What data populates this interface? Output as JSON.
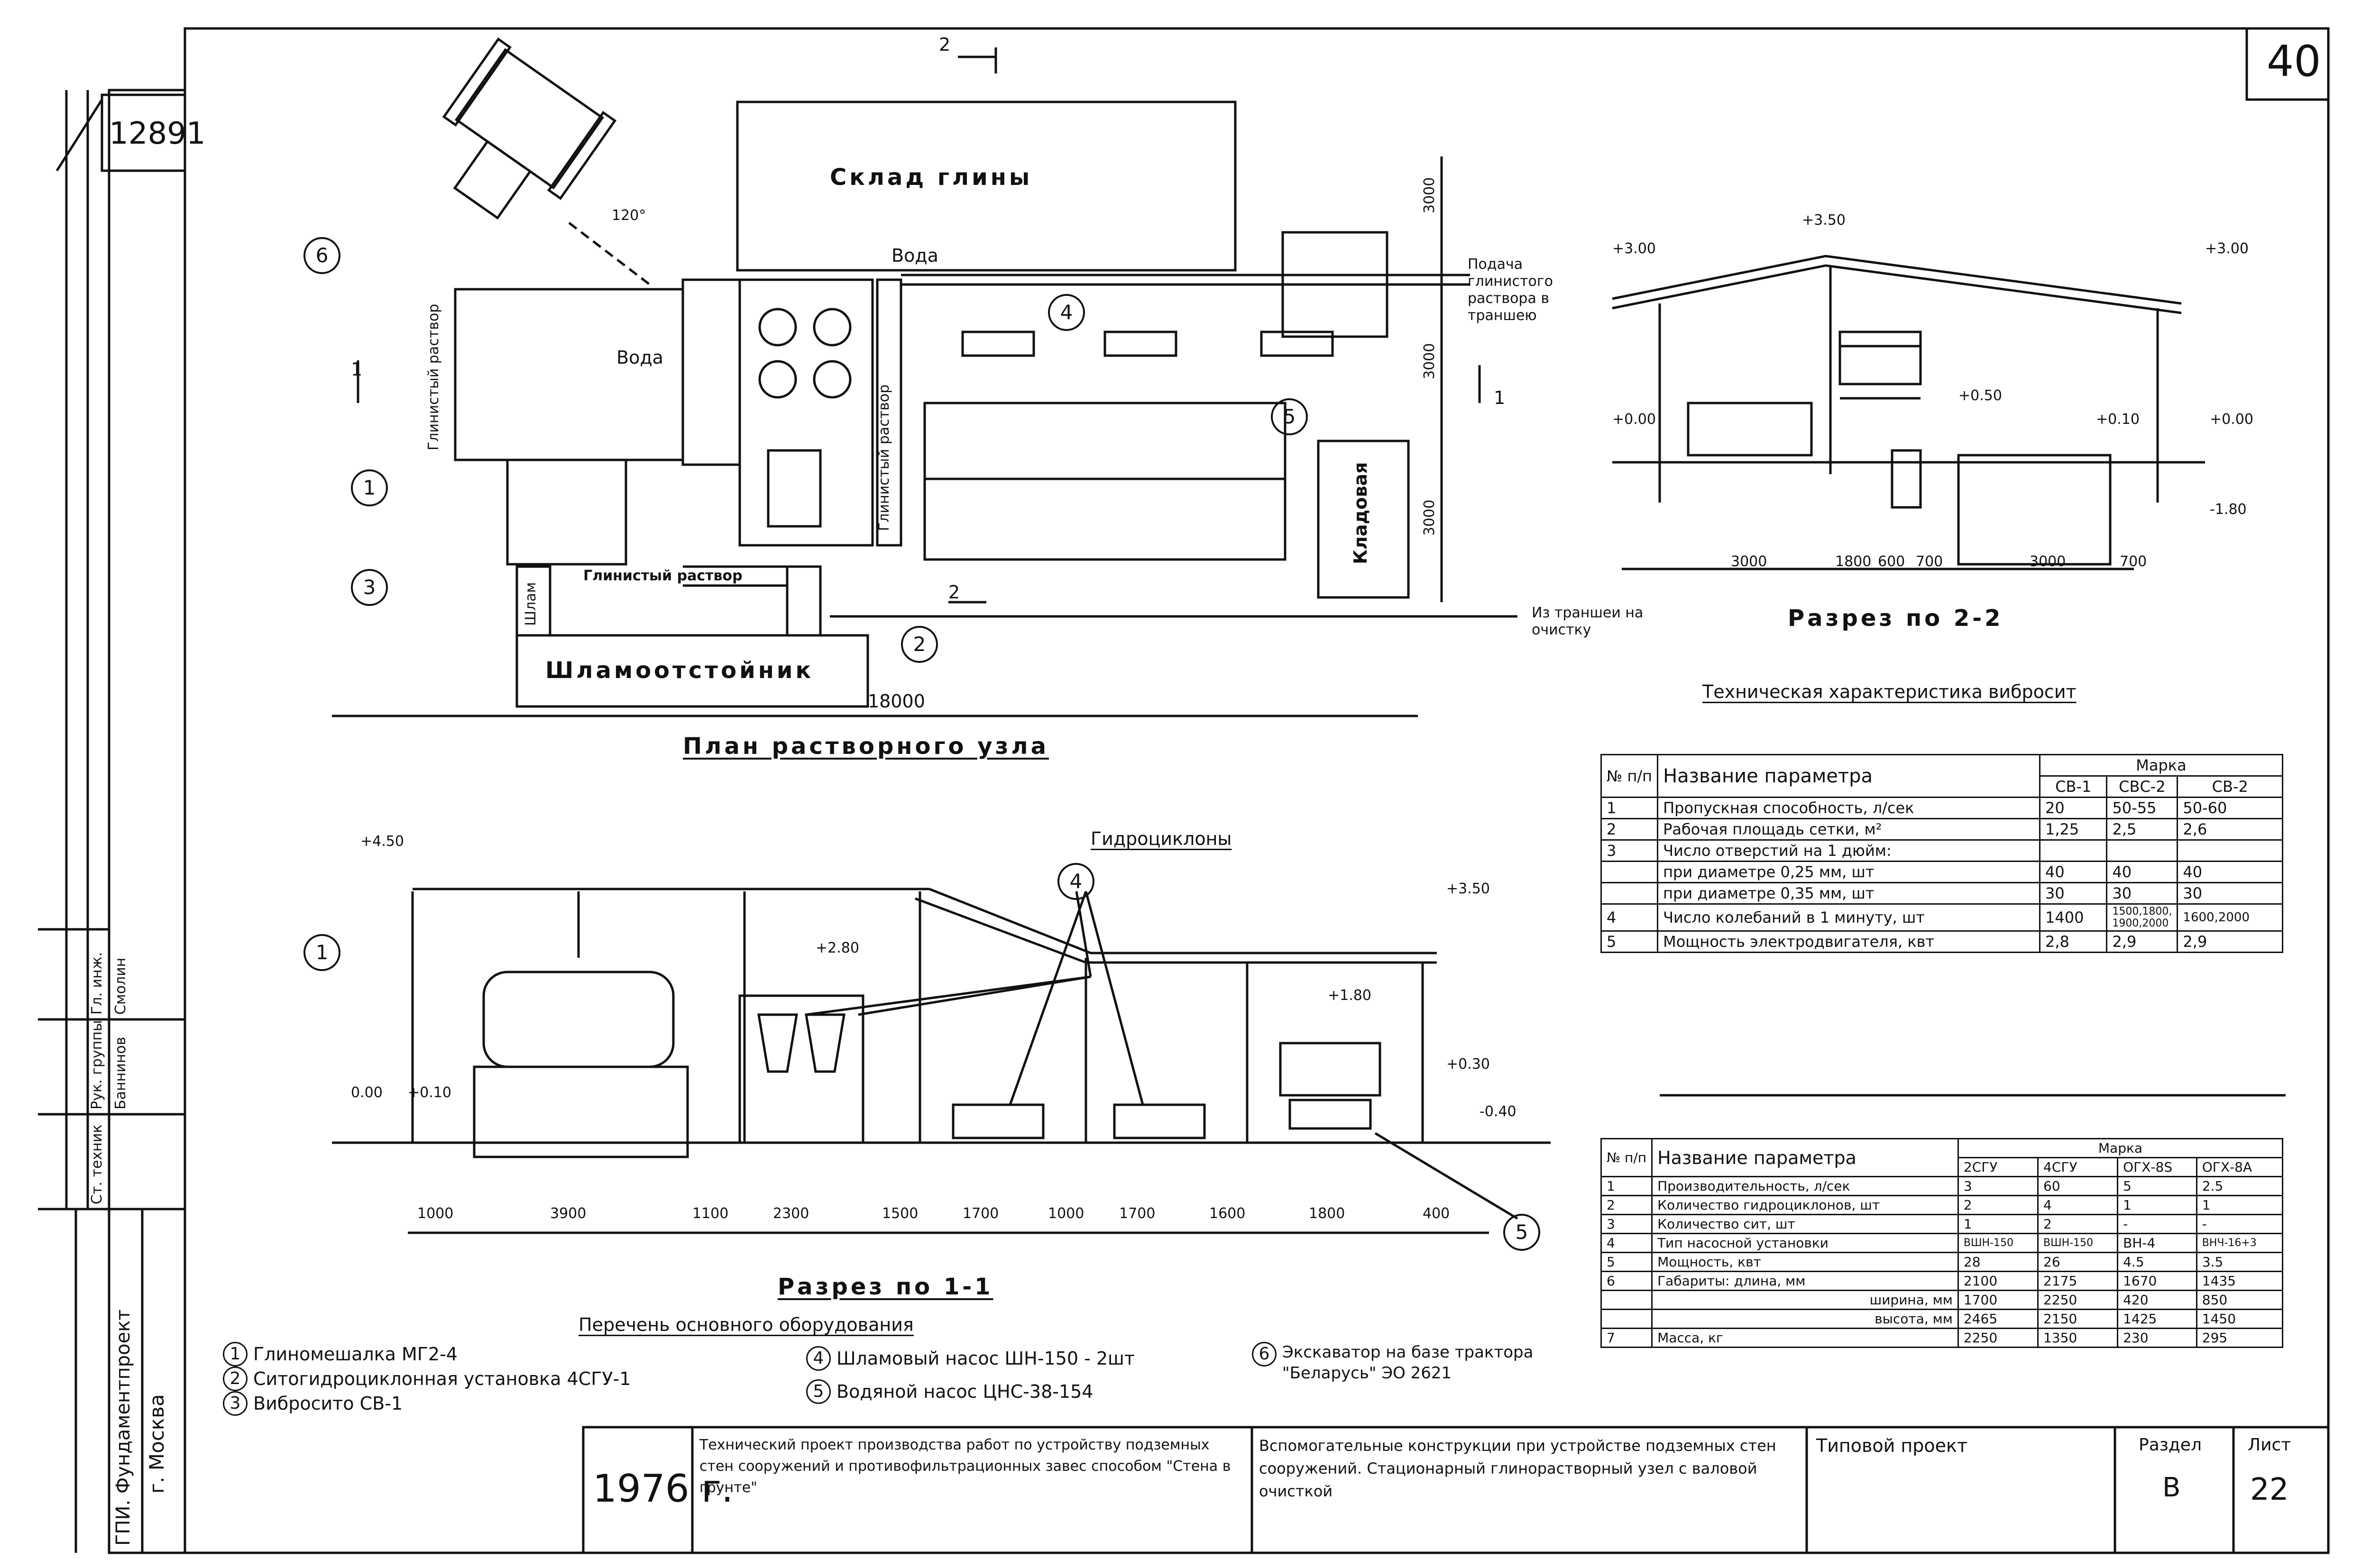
{
  "sheet": {
    "page_number": "40",
    "archive_number": "12891",
    "sheet_number": "22",
    "section": "В",
    "year": "1976 г.",
    "org_line1": "ГПИ. Фундаментпроект",
    "org_line2": "г. Москва",
    "project_type": "Типовой проект",
    "section_header": "Раздел",
    "sheet_header": "Лист",
    "project_title": "Технический проект производства работ по устройству подземных стен сооружений и противофильтрационных завес способом \"Стена в грунте\"",
    "drawing_title": "Вспомогательные конструкции при устройстве подземных стен сооружений. Стационарный глинорастворный узел с валовой очисткой"
  },
  "signatures": [
    {
      "role": "Гл. инж.",
      "name": "Смолин"
    },
    {
      "role": "Рук. группы",
      "name": "Баннинов"
    },
    {
      "role": "Ст. техник",
      "name": ""
    }
  ],
  "plan": {
    "title": "План растворного узла",
    "labels": {
      "clay_store": "Склад глины",
      "water": "Вода",
      "water2": "Вода",
      "clay_solution_v": "Глинистый раствор",
      "clay_solution_h": "Глинистый раствор",
      "clay_solution_v2": "Глинистый раствор",
      "sludge": "Шламоотстойник",
      "storeroom": "Кладовая",
      "supply": "Подача глинистого раствора в траншею",
      "from_trench": "Из траншеи на очистку",
      "sludge_pipe": "Шлам",
      "angle": "120°"
    },
    "dims": {
      "overall": "18000",
      "d1": "3000",
      "d2": "3000",
      "d3": "3000"
    },
    "cut_marks": {
      "c1": "1",
      "c2": "2",
      "c1b": "1",
      "c2b": "2"
    }
  },
  "section22": {
    "title": "Разрез по 2-2",
    "levels": [
      "+3.50",
      "+3.00",
      "+3.00",
      "+0.00",
      "+0.50",
      "+0.10",
      "+0.00",
      "-1.80"
    ],
    "dims": [
      "3000",
      "1800",
      "600",
      "700",
      "3000",
      "700"
    ]
  },
  "section11": {
    "title": "Разрез по 1-1",
    "hydrocyclones": "Гидроциклоны",
    "levels": [
      "+4.50",
      "+3.50",
      "+2.80",
      "+1.80",
      "+0.30",
      "0.00",
      "+0.10",
      "-0.40"
    ],
    "dims": [
      "1000",
      "3900",
      "1100",
      "2300",
      "1500",
      "1700",
      "1000",
      "1700",
      "1600",
      "1800",
      "400"
    ]
  },
  "equipment": {
    "title": "Перечень основного оборудования",
    "items": [
      {
        "n": "1",
        "text": "Глиномешалка МГ2-4"
      },
      {
        "n": "2",
        "text": "Ситогидроциклонная установка 4СГУ-1"
      },
      {
        "n": "3",
        "text": "Вибросито СВ-1"
      },
      {
        "n": "4",
        "text": "Шламовый насос ШН-150 - 2шт"
      },
      {
        "n": "5",
        "text": "Водяной насос ЦНС-38-154"
      },
      {
        "n": "6",
        "text": "Экскаватор на базе трактора \"Беларусь\" ЭО 2621"
      }
    ]
  },
  "table1": {
    "title": "Техническая характеристика вибросит",
    "h_num": "№ п/п",
    "h_param": "Название параметра",
    "h_marka": "Марка",
    "brands": [
      "СВ-1",
      "СВС-2",
      "СВ-2"
    ],
    "rows": [
      {
        "n": "1",
        "p": "Пропускная способность, л/сек",
        "v": [
          "20",
          "50-55",
          "50-60"
        ]
      },
      {
        "n": "2",
        "p": "Рабочая площадь сетки, м²",
        "v": [
          "1,25",
          "2,5",
          "2,6"
        ]
      },
      {
        "n": "3",
        "p": "Число отверстий на 1 дюйм:",
        "v": [
          "",
          "",
          ""
        ]
      },
      {
        "n": "",
        "p": "при диаметре 0,25 мм, шт",
        "v": [
          "40",
          "40",
          "40"
        ]
      },
      {
        "n": "",
        "p": "при диаметре 0,35 мм, шт",
        "v": [
          "30",
          "30",
          "30"
        ]
      },
      {
        "n": "4",
        "p": "Число колебаний в 1 минуту, шт",
        "v": [
          "1400",
          "1500,1800, 1900,2000",
          "1600,2000"
        ]
      },
      {
        "n": "5",
        "p": "Мощность электродвигателя, квт",
        "v": [
          "2,8",
          "2,9",
          "2,9"
        ]
      }
    ]
  },
  "table2": {
    "h_num": "№ п/п",
    "h_param": "Название параметра",
    "h_marka": "Марка",
    "brands": [
      "2СГУ",
      "4СГУ",
      "ОГХ-8S",
      "ОГХ-8А"
    ],
    "rows": [
      {
        "n": "1",
        "p": "Производительность, л/сек",
        "v": [
          "3",
          "60",
          "5",
          "2.5"
        ]
      },
      {
        "n": "2",
        "p": "Количество гидроциклонов, шт",
        "v": [
          "2",
          "4",
          "1",
          "1"
        ]
      },
      {
        "n": "3",
        "p": "Количество сит, шт",
        "v": [
          "1",
          "2",
          "-",
          "-"
        ]
      },
      {
        "n": "4",
        "p": "Тип насосной установки",
        "v": [
          "ВШН-150",
          "ВШН-150",
          "ВН-4",
          "ВНЧ-16+3"
        ]
      },
      {
        "n": "5",
        "p": "Мощность, квт",
        "v": [
          "28",
          "26",
          "4.5",
          "3.5"
        ]
      },
      {
        "n": "6",
        "p": "Габариты: длина, мм",
        "v": [
          "2100",
          "2175",
          "1670",
          "1435"
        ]
      },
      {
        "n": "",
        "p": "ширина, мм",
        "v": [
          "1700",
          "2250",
          "420",
          "850"
        ]
      },
      {
        "n": "",
        "p": "высота, мм",
        "v": [
          "2465",
          "2150",
          "1425",
          "1450"
        ]
      },
      {
        "n": "7",
        "p": "Масса, кг",
        "v": [
          "2250",
          "1350",
          "230",
          "295"
        ]
      }
    ]
  }
}
